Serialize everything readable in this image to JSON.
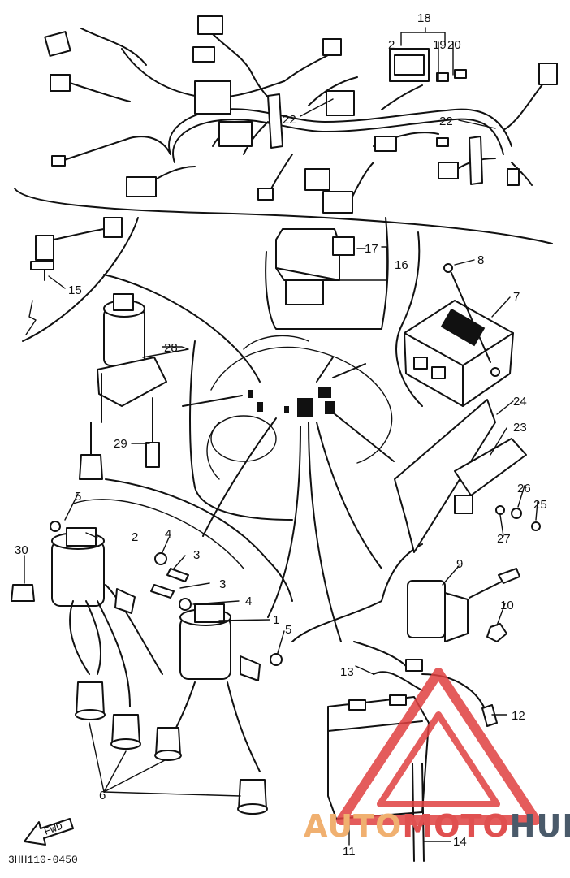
{
  "diagram": {
    "code": "3HH110-0450",
    "fwd_label": "FWD",
    "callouts": {
      "c1": "1",
      "c2a": "2",
      "c2b": "2",
      "c3a": "3",
      "c3b": "3",
      "c4a": "4",
      "c4b": "4",
      "c5a": "5",
      "c5b": "5",
      "c6": "6",
      "c7": "7",
      "c8": "8",
      "c9": "9",
      "c10": "10",
      "c11": "11",
      "c12": "12",
      "c13": "13",
      "c14": "14",
      "c15": "15",
      "c16": "16",
      "c17": "17",
      "c18": "18",
      "c19": "19",
      "c20": "20",
      "c22a": "22",
      "c22b": "22",
      "c23": "23",
      "c24": "24",
      "c25": "25",
      "c26": "26",
      "c27": "27",
      "c28": "28",
      "c29": "29",
      "c30": "30"
    }
  },
  "watermark": {
    "part1": "AUTO",
    "part2": "MOTO",
    "part3": "HUB",
    "colors": {
      "auto": "#f0b070",
      "moto": "#e05050",
      "hub": "#4a5a6a",
      "logo": "#e04040"
    }
  }
}
